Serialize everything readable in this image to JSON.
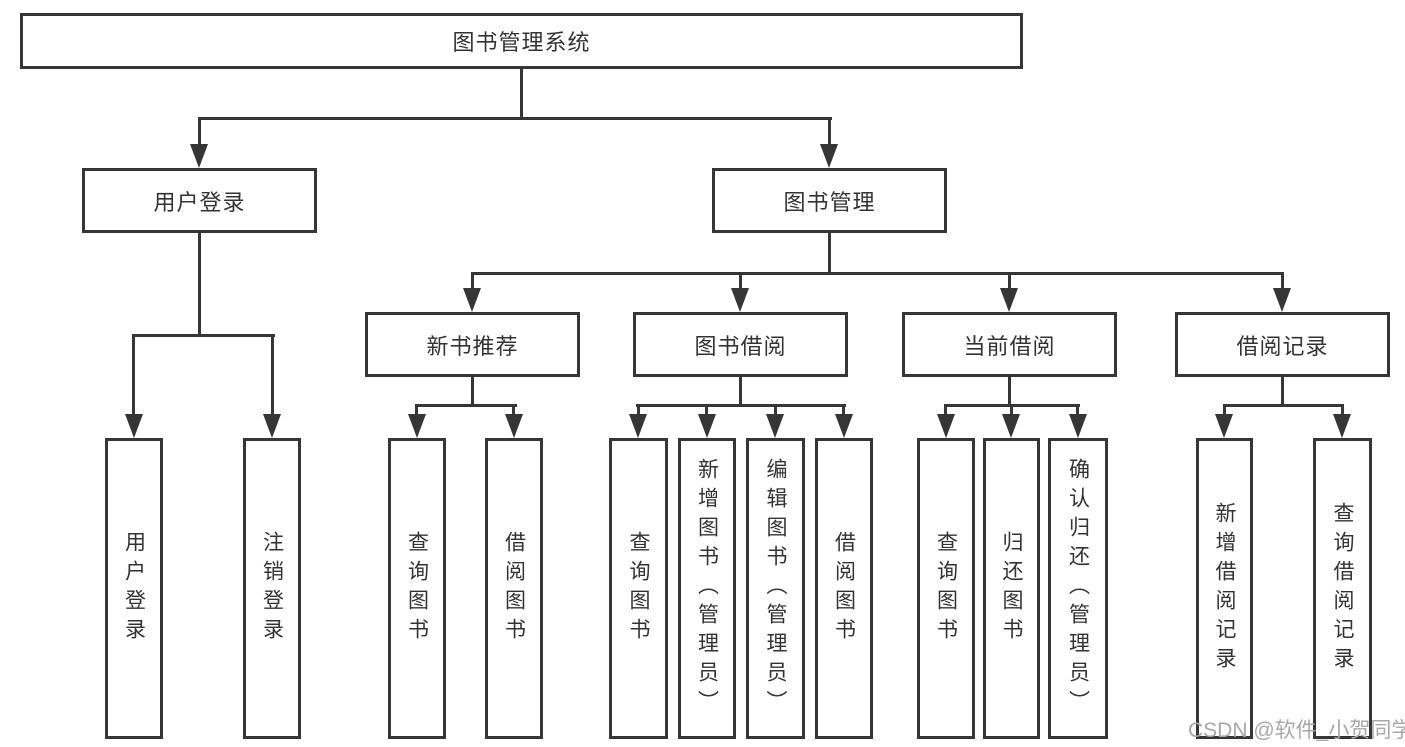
{
  "tree": {
    "label": "图书管理系统",
    "children": [
      {
        "label": "用户登录",
        "children": [
          {
            "label": "用户登录"
          },
          {
            "label": "注销登录"
          }
        ]
      },
      {
        "label": "图书管理",
        "children": [
          {
            "label": "新书推荐",
            "children": [
              {
                "label": "查询图书"
              },
              {
                "label": "借阅图书"
              }
            ]
          },
          {
            "label": "图书借阅",
            "children": [
              {
                "label": "查询图书"
              },
              {
                "label": "新增图书（管理员）"
              },
              {
                "label": "编辑图书（管理员）"
              },
              {
                "label": "借阅图书"
              }
            ]
          },
          {
            "label": "当前借阅",
            "children": [
              {
                "label": "查询图书"
              },
              {
                "label": "归还图书"
              },
              {
                "label": "确认归还（管理员）"
              }
            ]
          },
          {
            "label": "借阅记录",
            "children": [
              {
                "label": "新增借阅记录"
              },
              {
                "label": "查询借阅记录"
              }
            ]
          }
        ]
      }
    ]
  },
  "watermark": {
    "text": "CSDN @软件_小贺同学"
  },
  "colors": {
    "line": "#363636",
    "text": "#333333",
    "watermark": "#a8a8a8",
    "bg": "#ffffff"
  }
}
